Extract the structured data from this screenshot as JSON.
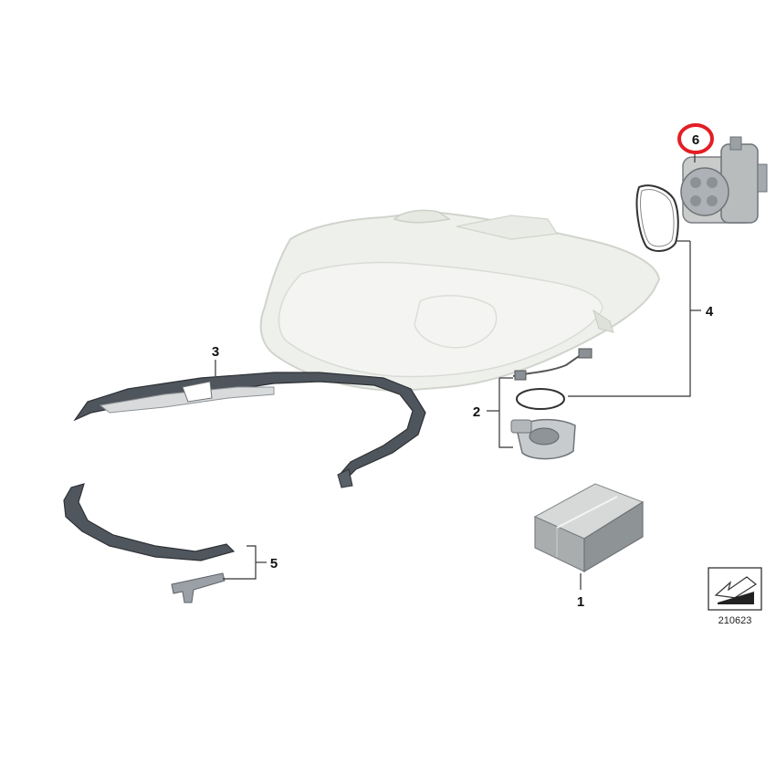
{
  "diagram": {
    "callouts": [
      {
        "id": "1",
        "label": "1"
      },
      {
        "id": "2",
        "label": "2"
      },
      {
        "id": "3",
        "label": "3"
      },
      {
        "id": "4",
        "label": "4"
      },
      {
        "id": "5",
        "label": "5"
      },
      {
        "id": "6",
        "label": "6",
        "highlighted": true
      }
    ],
    "reference_number": "210623",
    "colors": {
      "highlight_ring": "#e31e24",
      "leader_lines": "#333333",
      "headlight_body": "#e8ebe4",
      "trim_dark": "#4a5058"
    }
  }
}
